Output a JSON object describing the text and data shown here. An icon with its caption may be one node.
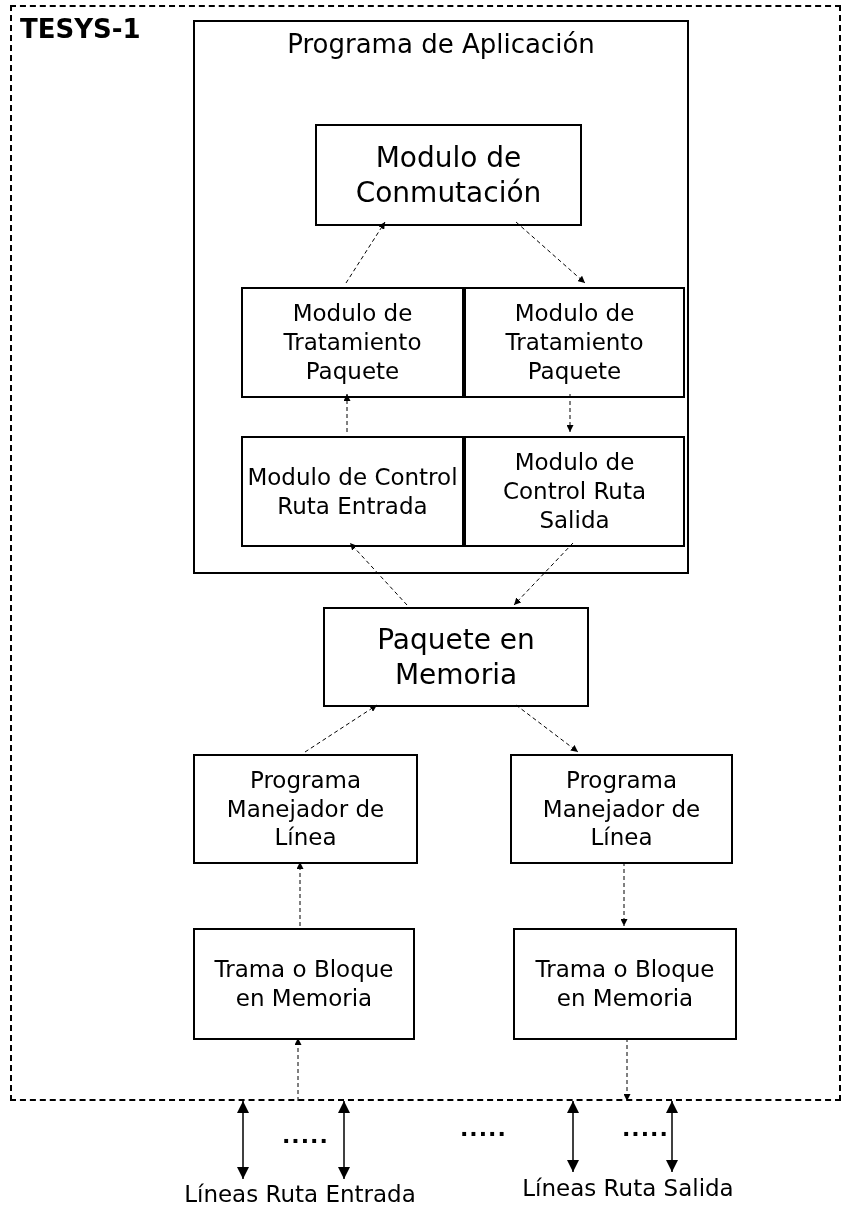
{
  "diagram": {
    "nodes": [
      {
        "text": [
          "TESYS-1"
        ]
      },
      {
        "text": [
          "Programa de Aplicación"
        ],
        "in": 0
      },
      {
        "text": [
          "Modulo de Conmutación"
        ],
        "in": 1
      },
      {
        "text": [
          "Modulo de Tratamiento Paquete"
        ],
        "in": 1
      },
      {
        "text": [
          "Modulo de Tratamiento Paquete"
        ],
        "in": 1
      },
      {
        "text": [
          "Modulo de Control Ruta Entrada"
        ],
        "in": 1
      },
      {
        "text": [
          "Modulo de Control Ruta Salida"
        ],
        "in": 1
      },
      {
        "text": [
          "Paquete en Memoria"
        ],
        "in": 0
      },
      {
        "text": [
          "Programa Manejador de Línea"
        ],
        "in": 0
      },
      {
        "text": [
          "Programa Manejador de Línea"
        ],
        "in": 0
      },
      {
        "text": [
          "Trama o Bloque en Memoria"
        ],
        "in": 0
      },
      {
        "text": [
          "Trama o Bloque en Memoria"
        ],
        "in": 0
      },
      {
        "text": [
          "Líneas Ruta Entrada"
        ]
      },
      {
        "text": [
          "Líneas Ruta Salida"
        ]
      }
    ],
    "edges": [
      {
        "from": 3,
        "to": 2,
        "arrow": "to",
        "style": "dashed"
      },
      {
        "from": 2,
        "to": 4,
        "arrow": "to",
        "style": "dashed"
      },
      {
        "from": 5,
        "to": 3,
        "arrow": "to",
        "style": "dashed"
      },
      {
        "from": 4,
        "to": 6,
        "arrow": "to",
        "style": "dashed"
      },
      {
        "from": 7,
        "to": 5,
        "arrow": "to",
        "style": "dashed"
      },
      {
        "from": 6,
        "to": 7,
        "arrow": "to",
        "style": "dashed"
      },
      {
        "from": 8,
        "to": 7,
        "arrow": "to",
        "style": "dashed"
      },
      {
        "from": 7,
        "to": 9,
        "arrow": "to",
        "style": "dashed"
      },
      {
        "from": 10,
        "to": 8,
        "arrow": "to",
        "style": "dashed"
      },
      {
        "from": 9,
        "to": 11,
        "arrow": "to",
        "style": "dashed"
      },
      {
        "from": 0,
        "to": 10,
        "arrow": "to",
        "style": "dashed"
      },
      {
        "from": 11,
        "to": 0,
        "arrow": "to",
        "style": "dashed"
      },
      {
        "from": 0,
        "to": 12,
        "arrow": "both"
      },
      {
        "from": 0,
        "to": 12,
        "arrow": "both"
      },
      {
        "from": 0,
        "to": 13,
        "arrow": "both"
      },
      {
        "from": 0,
        "to": 13,
        "arrow": "both"
      }
    ],
    "labels": [
      ".....",
      ".....",
      "....."
    ]
  }
}
